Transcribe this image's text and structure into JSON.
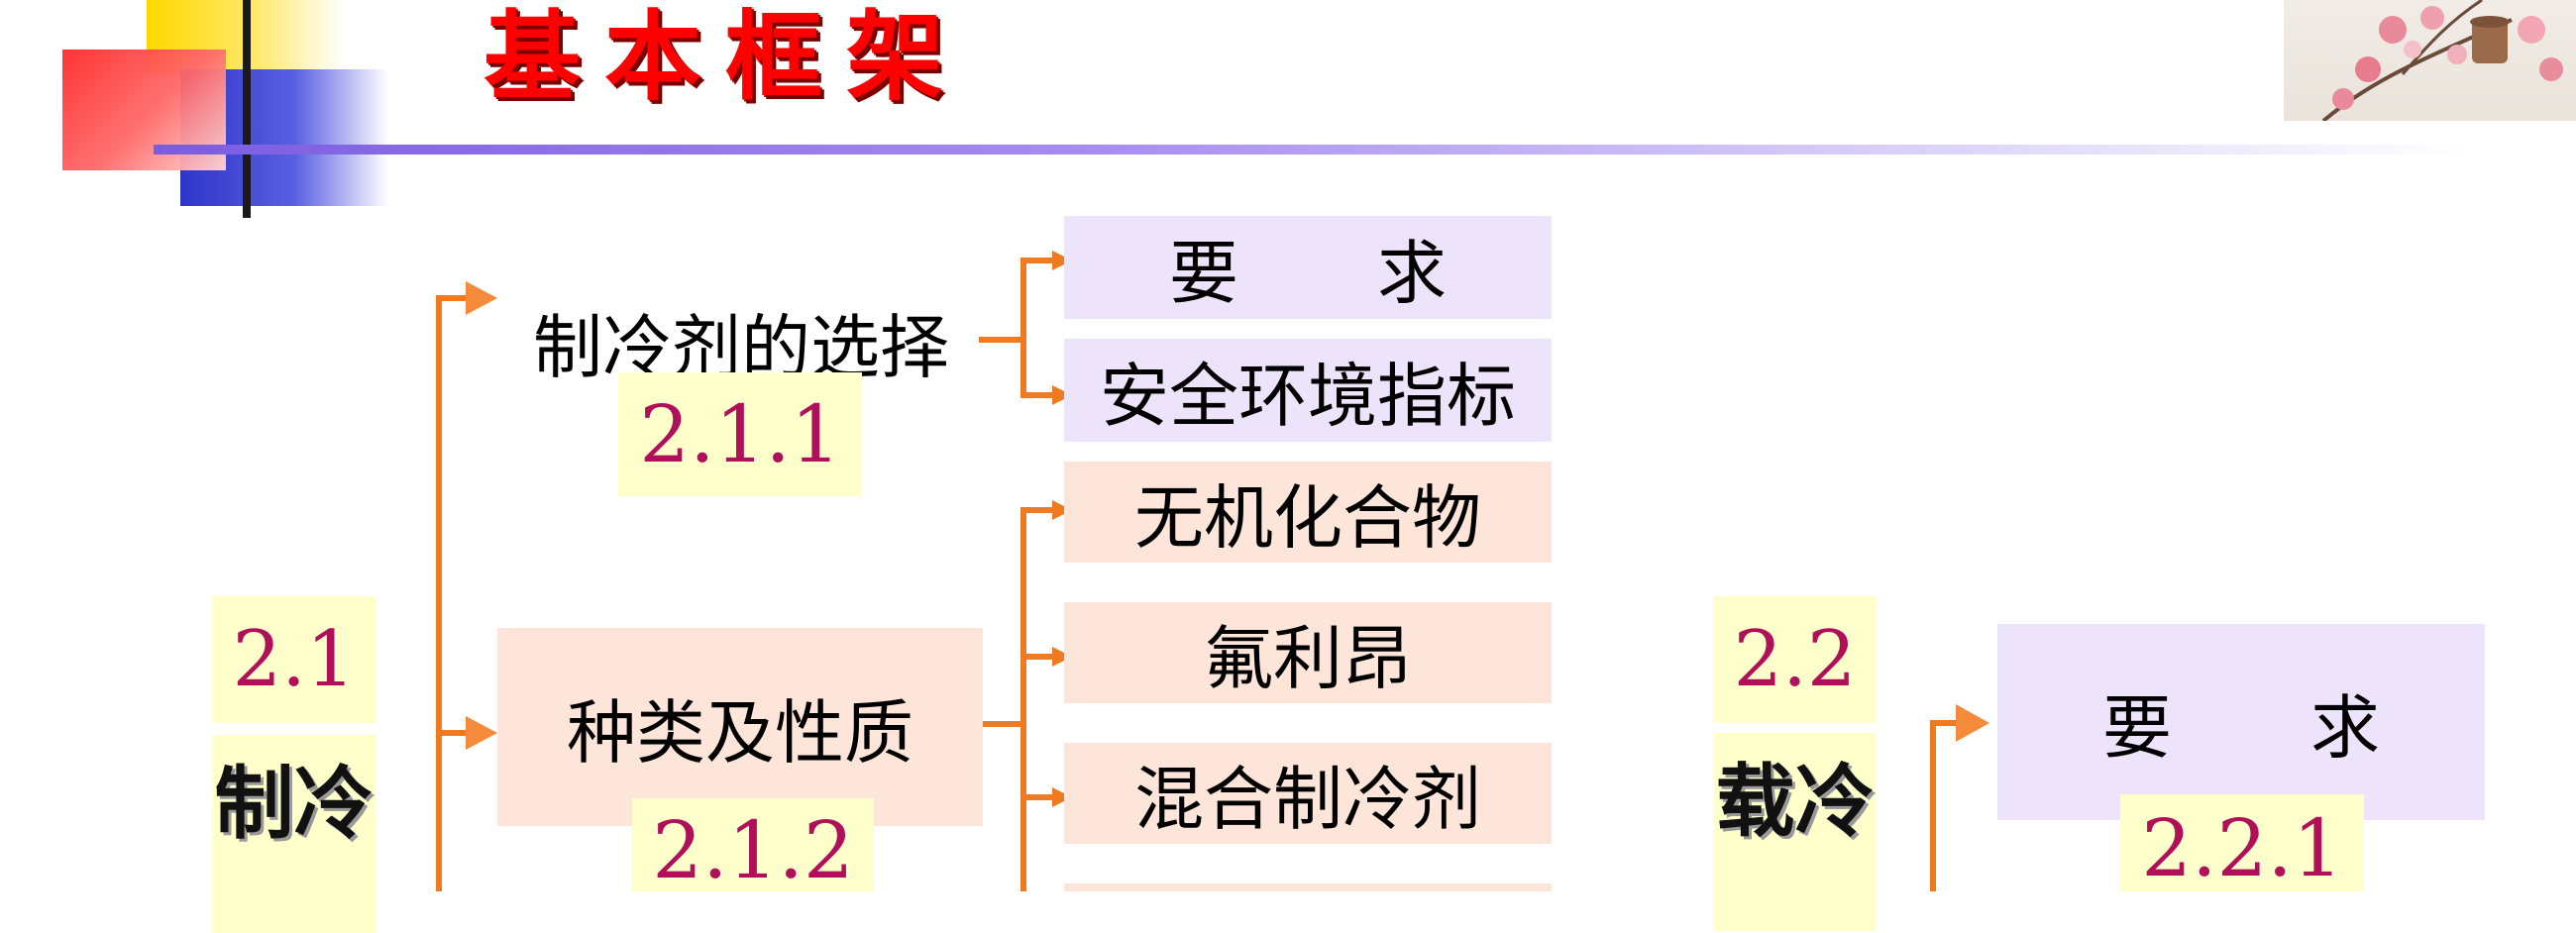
{
  "title": "基本框架",
  "section_21": {
    "number": "2.1",
    "vertical_label": "制冷"
  },
  "section_22": {
    "number": "2.2",
    "vertical_label": "载冷"
  },
  "nodes": {
    "n211": {
      "label": "制冷剂的选择",
      "number": "2.1.1"
    },
    "n212": {
      "label": "种类及性质",
      "number": "2.1.2"
    },
    "n221": {
      "label": "要　　求",
      "number": "2.2.1"
    }
  },
  "leaves": {
    "req": "要　　求",
    "safety": "安全环境指标",
    "inorganic": "无机化合物",
    "freon": "氟利昂",
    "mixed": "混合制冷剂"
  },
  "colors": {
    "title": "#ff0000",
    "connector": "#f07a1f",
    "number_text": "#b0105a",
    "lavender_box": "#ede4fb",
    "peach_box": "#fde5d9",
    "yellow_box": "#ffffcc"
  }
}
